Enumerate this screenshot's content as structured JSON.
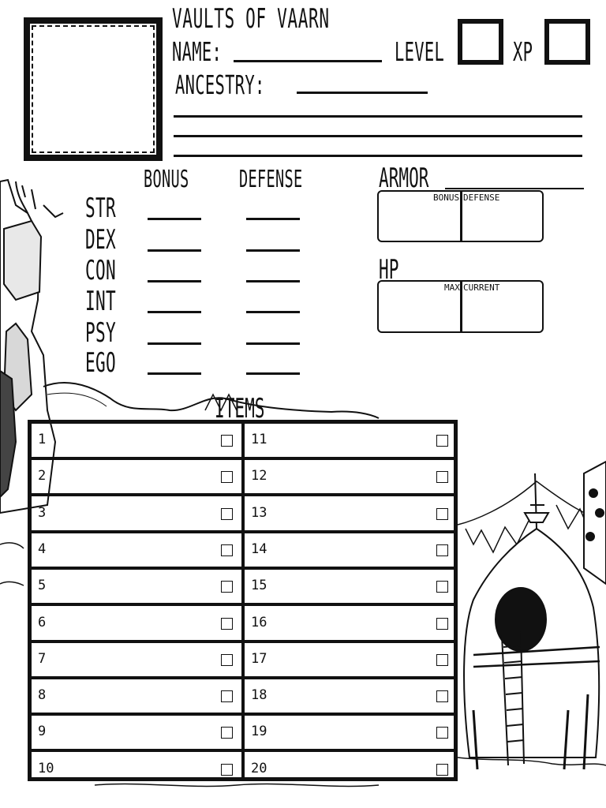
{
  "sheet": {
    "title": "VAULTS OF VAARN",
    "name_label": "NAME:",
    "level_label": "LEVEL",
    "xp_label": "XP",
    "ancestry_label": "ANCESTRY:"
  },
  "stats": {
    "bonus_header": "BONUS",
    "defense_header": "DEFENSE",
    "rows": [
      "STR",
      "DEX",
      "CON",
      "INT",
      "PSY",
      "EGO"
    ]
  },
  "armor": {
    "label": "ARMOR",
    "bonus_label": "BONUS",
    "defense_label": "DEFENSE"
  },
  "hp": {
    "label": "HP",
    "max_label": "MAX",
    "current_label": "CURRENT"
  },
  "items": {
    "title": "ITEMS",
    "left": [
      "1",
      "2",
      "3",
      "4",
      "5",
      "6",
      "7",
      "8",
      "9",
      "10"
    ],
    "right": [
      "11",
      "12",
      "13",
      "14",
      "15",
      "16",
      "17",
      "18",
      "19",
      "20"
    ]
  }
}
